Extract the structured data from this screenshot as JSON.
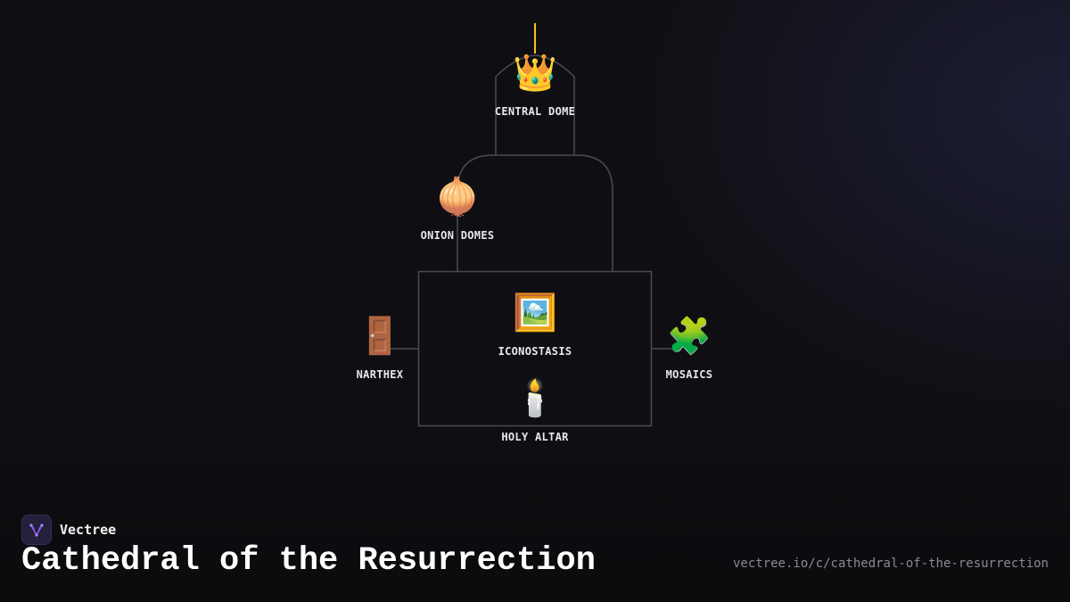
{
  "brand": {
    "name": "Vectree",
    "logo_icon": "vectree-logo-icon"
  },
  "title": "Cathedral of the Resurrection",
  "url": "vectree.io/c/cathedral-of-the-resurrection",
  "colors": {
    "background": "#0f0f13",
    "connector": "#4a4a52",
    "accent": "#7b4fd6",
    "text": "#e8e8ec"
  },
  "nodes": {
    "central_dome": {
      "label": "CENTRAL DOME",
      "icon": "👑",
      "icon_name": "crown-icon"
    },
    "onion_domes": {
      "label": "ONION DOMES",
      "icon": "🧅",
      "icon_name": "onion-icon"
    },
    "iconostasis": {
      "label": "ICONOSTASIS",
      "icon": "🖼️",
      "icon_name": "framed-picture-icon"
    },
    "narthex": {
      "label": "NARTHEX",
      "icon": "🚪",
      "icon_name": "door-icon"
    },
    "mosaics": {
      "label": "MOSAICS",
      "icon": "🧩",
      "icon_name": "puzzle-piece-icon"
    },
    "holy_altar": {
      "label": "HOLY ALTAR",
      "icon": "🕯️",
      "icon_name": "candle-icon"
    }
  }
}
